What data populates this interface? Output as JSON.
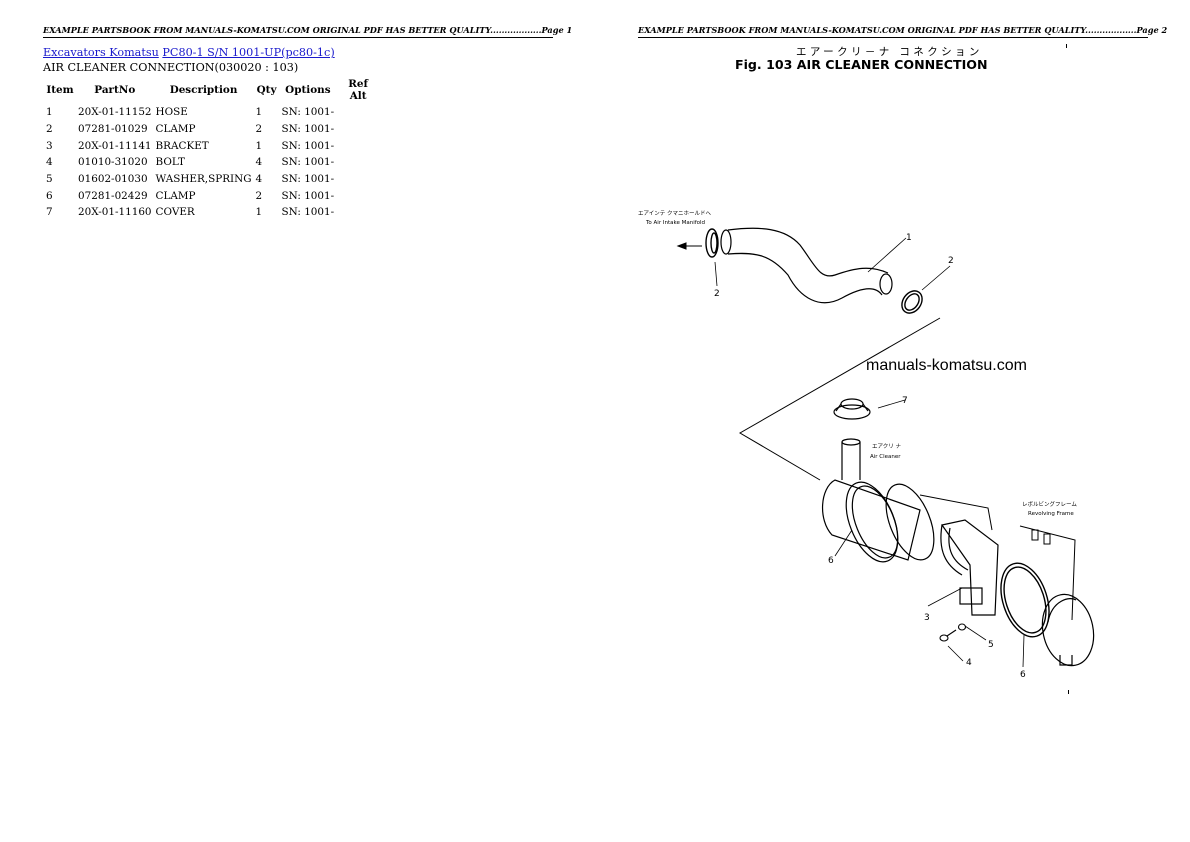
{
  "header": {
    "left": "EXAMPLE PARTSBOOK FROM MANUALS-KOMATSU.COM ORIGINAL PDF HAS BETTER QUALITY..................Page 1",
    "right": "EXAMPLE PARTSBOOK FROM MANUALS-KOMATSU.COM ORIGINAL PDF HAS BETTER QUALITY..................Page 2"
  },
  "breadcrumb": {
    "link1": "Excavators Komatsu",
    "link2": "PC80-1 S/N 1001-UP(pc80-1c)"
  },
  "subtitle": "AIR CLEANER CONNECTION(030020 : 103)",
  "table": {
    "headers": [
      "Item",
      "PartNo",
      "Description",
      "Qty",
      "Options",
      "Ref Alt"
    ],
    "rows": [
      [
        "1",
        "20X-01-11152",
        "HOSE",
        "1",
        "SN: 1001-",
        ""
      ],
      [
        "2",
        "07281-01029",
        "CLAMP",
        "2",
        "SN: 1001-",
        ""
      ],
      [
        "3",
        "20X-01-11141",
        "BRACKET",
        "1",
        "SN: 1001-",
        ""
      ],
      [
        "4",
        "01010-31020",
        "BOLT",
        "4",
        "SN: 1001-",
        ""
      ],
      [
        "5",
        "01602-01030",
        "WASHER,SPRING",
        "4",
        "SN: 1001-",
        ""
      ],
      [
        "6",
        "07281-02429",
        "CLAMP",
        "2",
        "SN: 1001-",
        ""
      ],
      [
        "7",
        "20X-01-11160",
        "COVER",
        "1",
        "SN: 1001-",
        ""
      ]
    ]
  },
  "diagram": {
    "title_jp": "エアークリ－ナ コネクション",
    "title": "Fig. 103 AIR CLEANER CONNECTION",
    "watermark": "manuals-komatsu.com",
    "label_intake_jp": "エアインテ クマニホールドへ",
    "label_intake": "To Air Intake Manifold",
    "label_cleaner_jp": "エアクリ ナ",
    "label_cleaner": "Air Cleaner",
    "label_frame_jp": "レボルビングフレーム",
    "label_frame": "Revolving Frame",
    "callouts": [
      "1",
      "2",
      "2",
      "7",
      "6",
      "3",
      "5",
      "4",
      "6"
    ]
  }
}
